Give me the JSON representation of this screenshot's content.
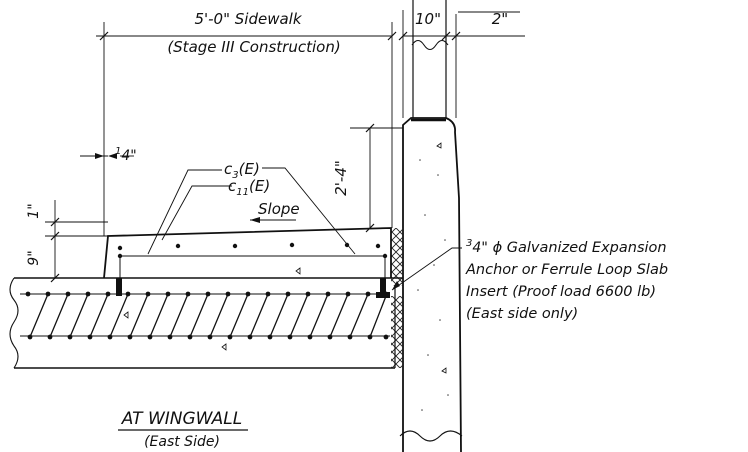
{
  "dimensions": {
    "sidewalk_width": "5'-0\" Sidewalk",
    "stage": "(Stage III Construction)",
    "wall_thickness": "10\"",
    "wall_offset": "2\"",
    "lip": "1/4\"",
    "lip_num": "1",
    "lip_den": "4\"",
    "top_height": "2'-4\"",
    "curb_step": "1\"",
    "slab_depth": "9\""
  },
  "bars": {
    "c3": "c3(E)",
    "c3_main": "c",
    "c3_sub": "3",
    "c3_suffix": "(E)",
    "c11": "c11(E)",
    "c11_main": "c",
    "c11_sub": "11",
    "c11_suffix": "(E)"
  },
  "slope_label": "Slope",
  "anchor_note": {
    "line1": "3/4\" ϕ Galvanized Expansion",
    "line1_num": "3",
    "line1_den": "4",
    "line1_rest": "\" ϕ Galvanized Expansion",
    "line2": "Anchor or Ferrule Loop Slab",
    "line3": "Insert (Proof load 6600 lb)",
    "line4": "(East side only)"
  },
  "title": {
    "main": "AT WINGWALL",
    "sub": "(East Side)"
  }
}
